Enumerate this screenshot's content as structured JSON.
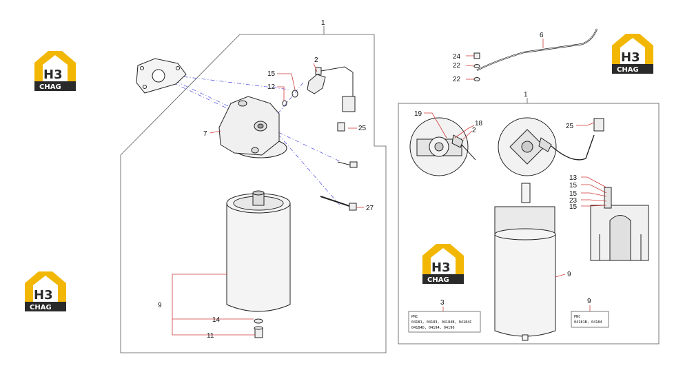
{
  "logo": {
    "letters": "H3",
    "caption": "CHAG",
    "accent": "#f2b705",
    "dark": "#2a2a2a"
  },
  "leader_color": "#d23a3a",
  "dash_color": "#4a4ae0",
  "left": {
    "assembly_label": "1",
    "callouts": {
      "c2": "2",
      "c15": "15",
      "c12": "12",
      "c7": "7",
      "c25": "25",
      "c27": "27",
      "c9": "9",
      "c14": "14",
      "c11": "11"
    }
  },
  "top_right": {
    "callouts": {
      "c6": "6",
      "c24": "24",
      "c22a": "22",
      "c22b": "22"
    }
  },
  "right": {
    "assembly_label": "1",
    "callouts": {
      "c19": "19",
      "c18": "18",
      "c2": "2",
      "c25": "25",
      "c13": "13",
      "c15a": "15",
      "c15b": "15",
      "c23": "23",
      "c15c": "15",
      "c9": "9",
      "c3": "3",
      "c9b": "9"
    },
    "pnc_box_3": {
      "title": "PNC",
      "line1": "04181, 04183, 04184B, 04184C",
      "line2": "04184D, 04194, 04196"
    },
    "pnc_box_9": {
      "title": "PNC",
      "line1": "04181B, 04184"
    }
  }
}
